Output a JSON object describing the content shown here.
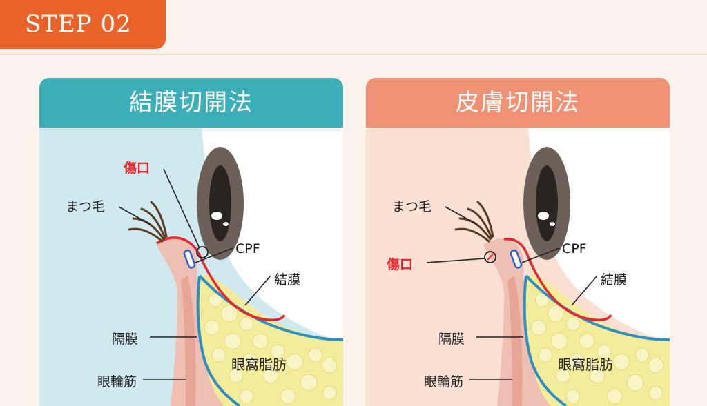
{
  "step": {
    "label": "STEP 02"
  },
  "colors": {
    "step_orange": "#e8622a",
    "left_header": "#3baeb7",
    "right_header": "#ef9172",
    "wound_red": "#e8262e",
    "septum_blue": "#2f8fc2",
    "fat_yellow": "#f3ec9a"
  },
  "panels": [
    {
      "title": "結膜切開法",
      "labels": {
        "wound": "傷口",
        "eyelash": "まつ毛",
        "cpf": "CPF",
        "conjunctiva": "結膜",
        "septum": "隔膜",
        "orbicularis": "眼輪筋",
        "orbital_fat": "眼窩脂肪"
      }
    },
    {
      "title": "皮膚切開法",
      "labels": {
        "eyelash": "まつ毛",
        "wound": "傷口",
        "cpf": "CPF",
        "conjunctiva": "結膜",
        "septum": "隔膜",
        "orbicularis": "眼輪筋",
        "orbital_fat": "眼窩脂肪"
      }
    }
  ]
}
